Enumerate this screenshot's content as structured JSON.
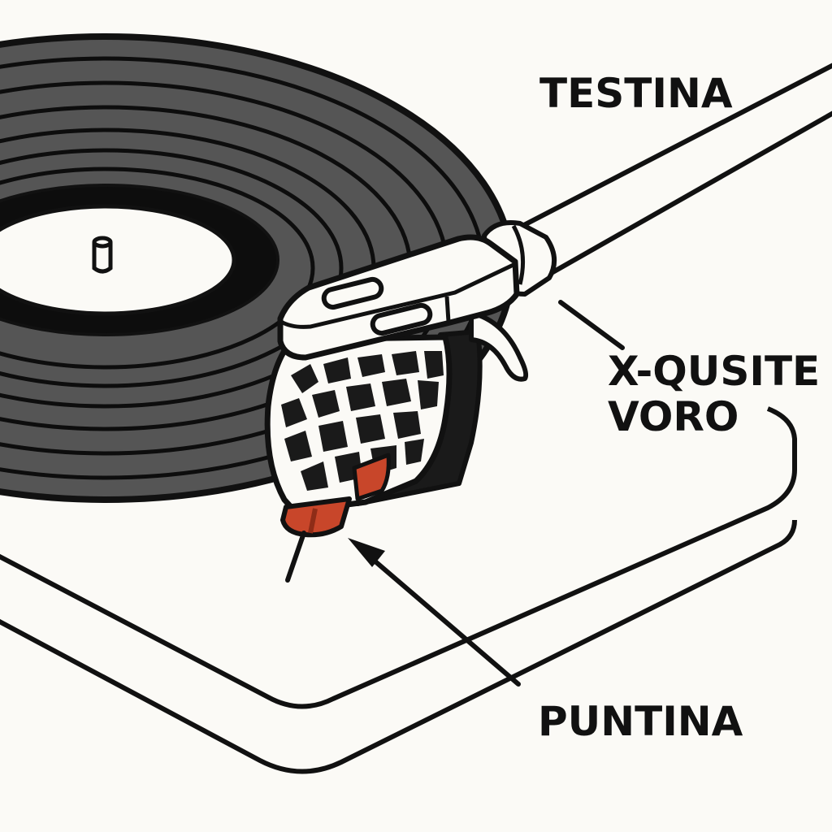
{
  "labels": {
    "testina": "TESTINA",
    "cartridge_line1": "X-QUSITE",
    "cartridge_line2": "VORO",
    "puntina": "PUNTINA"
  },
  "colors": {
    "background": "#fbfaf6",
    "outline": "#111111",
    "vinyl": "#555555",
    "vinyl_ring": "#0d0d0d",
    "label_disc": "#fbfaf6",
    "stylus": "#c8462a",
    "stylus_shadow": "#8e2c17",
    "headshell": "#fbfaf6"
  },
  "icons": [
    "turntable-plinth",
    "vinyl-record",
    "spindle-icon",
    "tonearm",
    "headshell",
    "cartridge-lattice",
    "stylus-icon",
    "arrow-icon"
  ]
}
